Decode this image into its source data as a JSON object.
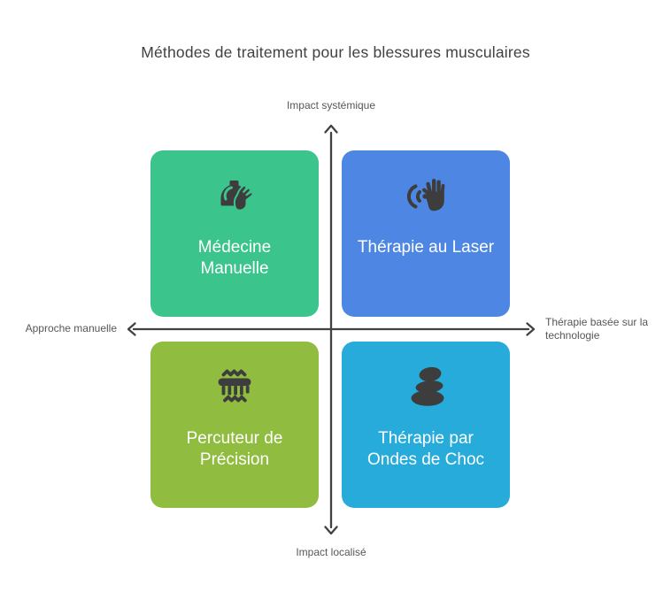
{
  "title": "Méthodes de traitement pour les blessures musculaires",
  "axes": {
    "top": "Impact systémique",
    "bottom": "Impact localisé",
    "left": "Approche manuelle",
    "right": "Thérapie basée sur la technologie"
  },
  "quadrants": {
    "top_left": {
      "label": "Médecine Manuelle",
      "label_lines": [
        "Médecine",
        "Manuelle"
      ],
      "icon": "kneading-hand-icon",
      "color": "#3bc48b"
    },
    "top_right": {
      "label": "Thérapie au Laser",
      "label_lines": [
        "Thérapie au Laser"
      ],
      "icon": "laser-hand-icon",
      "color": "#4d87e3"
    },
    "bottom_left": {
      "label": "Percuteur de Précision",
      "label_lines": [
        "Percuteur de",
        "Précision"
      ],
      "icon": "percussion-massager-icon",
      "color": "#90bc40"
    },
    "bottom_right": {
      "label": "Thérapie par Ondes de Choc",
      "label_lines": [
        "Thérapie par",
        "Ondes de Choc"
      ],
      "icon": "stacked-stones-icon",
      "color": "#26abdb"
    }
  },
  "colors": {
    "background": "#ffffff",
    "axis_line": "#424242",
    "icon": "#3d3d3d",
    "title_text": "#414141",
    "axis_label_text": "#575757",
    "quadrant_label_text": "#ffffff"
  }
}
